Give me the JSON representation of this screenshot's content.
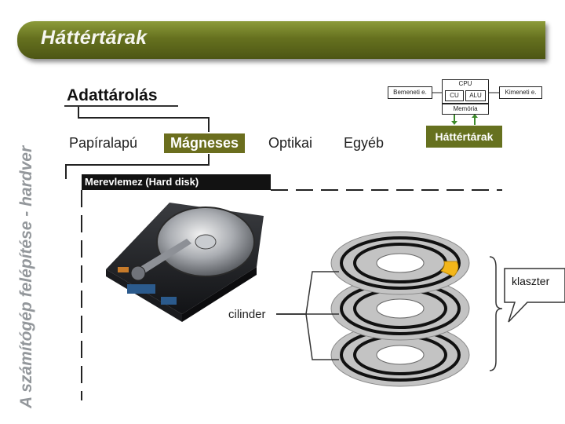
{
  "header": {
    "title": "Háttértárak"
  },
  "sidebar": {
    "vertical_title": "A számítógép felépítése - hardver"
  },
  "section": {
    "title": "Adattárolás"
  },
  "categories": [
    {
      "label": "Papíralapú",
      "active": false
    },
    {
      "label": "Mágneses",
      "active": true
    },
    {
      "label": "Optikai",
      "active": false
    },
    {
      "label": "Egyéb",
      "active": false
    }
  ],
  "subsection": {
    "label": "Merevlemez (Hard disk)"
  },
  "block_diagram": {
    "input": "Bemeneti e.",
    "cpu": "CPU",
    "cu": "CU",
    "alu": "ALU",
    "memory": "Memória",
    "output": "Kimeneti e.",
    "storage": "Háttértárak"
  },
  "labels": {
    "cylinder": "cilinder",
    "cluster": "klaszter"
  },
  "colors": {
    "header": "#66711f",
    "accent": "#6b6e1e",
    "cluster_highlight": "#f3b619",
    "arrow": "#3c8a2a"
  }
}
